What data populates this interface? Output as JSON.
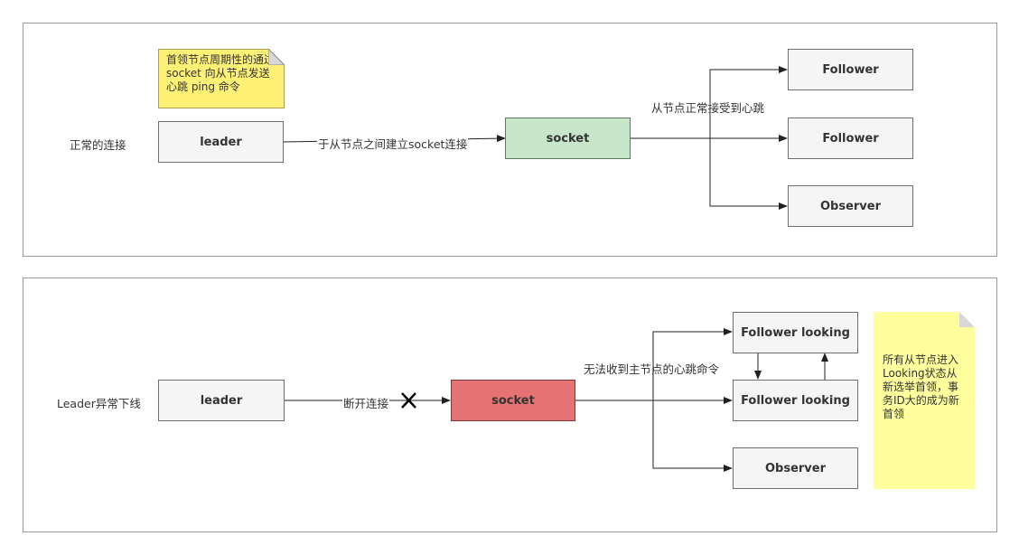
{
  "top": {
    "row_label": "正常的连接",
    "note": "首领节点周期性的通过 socket 向从节点发送 心跳 ping 命令",
    "leader": "leader",
    "edge_label": "于从节点之间建立socket连接",
    "socket": "socket",
    "heartbeat_label": "从节点正常接受到心跳",
    "follower1": "Follower",
    "follower2": "Follower",
    "observer": "Observer"
  },
  "bottom": {
    "row_label": "Leader异常下线",
    "leader": "leader",
    "edge_label": "断开连接",
    "socket": "socket",
    "no_heartbeat_label": "无法收到主节点的心跳命令",
    "follower1": "Follower looking",
    "follower2": "Follower looking",
    "observer": "Observer",
    "note": "所有从节点进入Looking状态从新选举首领，事务ID大的成为新首领"
  },
  "colors": {
    "socket_ok": "#c8e6c9",
    "socket_failed": "#e57373",
    "note_top": "#fff176",
    "note_bottom": "#ffff9e"
  }
}
